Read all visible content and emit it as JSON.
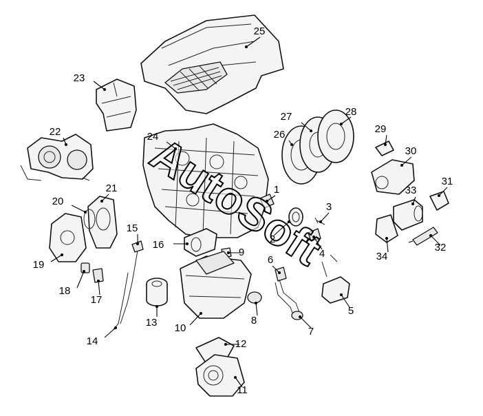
{
  "watermark": "AutoSoft",
  "callouts": [
    {
      "id": "1",
      "text": "1"
    },
    {
      "id": "2",
      "text": "2"
    },
    {
      "id": "3",
      "text": "3"
    },
    {
      "id": "4",
      "text": "4"
    },
    {
      "id": "5",
      "text": "5"
    },
    {
      "id": "6",
      "text": "6"
    },
    {
      "id": "7",
      "text": "7"
    },
    {
      "id": "8",
      "text": "8"
    },
    {
      "id": "9",
      "text": "9"
    },
    {
      "id": "10",
      "text": "10"
    },
    {
      "id": "11",
      "text": "11"
    },
    {
      "id": "12",
      "text": "12"
    },
    {
      "id": "13",
      "text": "13"
    },
    {
      "id": "14",
      "text": "14"
    },
    {
      "id": "15",
      "text": "15"
    },
    {
      "id": "16",
      "text": "16"
    },
    {
      "id": "17",
      "text": "17"
    },
    {
      "id": "18",
      "text": "18"
    },
    {
      "id": "19",
      "text": "19"
    },
    {
      "id": "20",
      "text": "20"
    },
    {
      "id": "21",
      "text": "21"
    },
    {
      "id": "22",
      "text": "22"
    },
    {
      "id": "23",
      "text": "23"
    },
    {
      "id": "24",
      "text": "24"
    },
    {
      "id": "25",
      "text": "25"
    },
    {
      "id": "26",
      "text": "26"
    },
    {
      "id": "27",
      "text": "27"
    },
    {
      "id": "28",
      "text": "28"
    },
    {
      "id": "29",
      "text": "29"
    },
    {
      "id": "30",
      "text": "30"
    },
    {
      "id": "31",
      "text": "31"
    },
    {
      "id": "32",
      "text": "32"
    },
    {
      "id": "33",
      "text": "33"
    },
    {
      "id": "34",
      "text": "34"
    }
  ]
}
